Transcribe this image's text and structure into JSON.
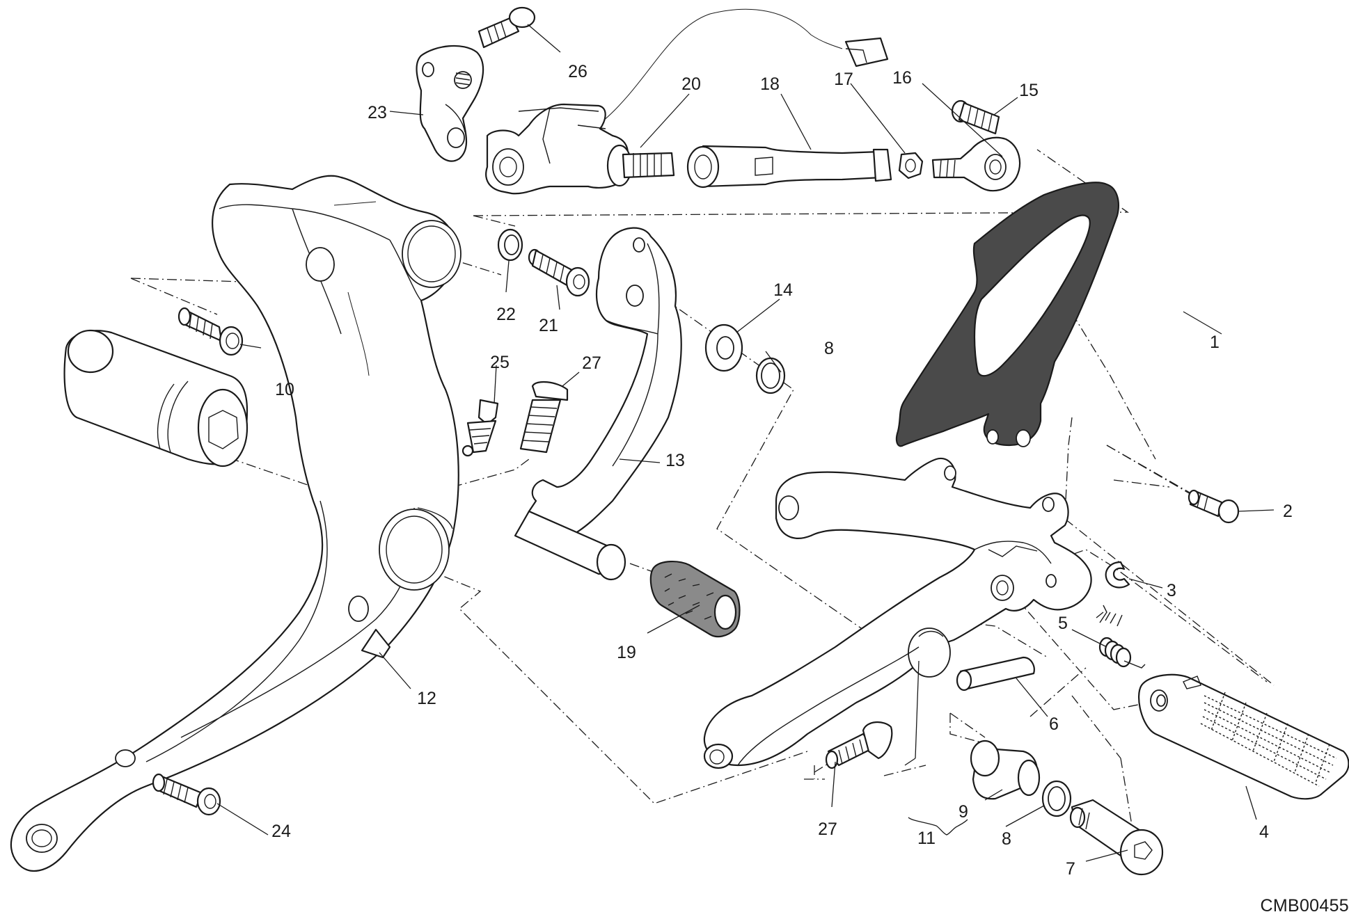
{
  "drawing_code": "CMB00455",
  "callouts": [
    {
      "label": "1"
    },
    {
      "label": "2"
    },
    {
      "label": "3"
    },
    {
      "label": "4"
    },
    {
      "label": "5"
    },
    {
      "label": "6"
    },
    {
      "label": "7"
    },
    {
      "label": "8"
    },
    {
      "label": "8"
    },
    {
      "label": "9"
    },
    {
      "label": "10"
    },
    {
      "label": "11"
    },
    {
      "label": "12"
    },
    {
      "label": "13"
    },
    {
      "label": "14"
    },
    {
      "label": "15"
    },
    {
      "label": "16"
    },
    {
      "label": "17"
    },
    {
      "label": "18"
    },
    {
      "label": "19"
    },
    {
      "label": "20"
    },
    {
      "label": "21"
    },
    {
      "label": "22"
    },
    {
      "label": "23"
    },
    {
      "label": "24"
    },
    {
      "label": "25"
    },
    {
      "label": "26"
    },
    {
      "label": "27"
    },
    {
      "label": "27"
    }
  ],
  "colors": {
    "line": "#1a1a1a",
    "background": "#ffffff",
    "dark_part": "#4a4a4a"
  }
}
